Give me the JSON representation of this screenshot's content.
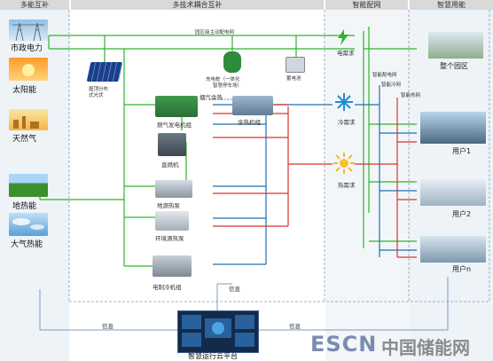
{
  "headers": {
    "sources": "多能互补",
    "multi_tech": "多技术耦合互补",
    "smart_grid": "智能配网",
    "smart_use": "智慧用能"
  },
  "sources": [
    {
      "label": "市政电力",
      "icon": "power-tower-icon"
    },
    {
      "label": "太阳能",
      "icon": "sun-icon"
    },
    {
      "label": "天然气",
      "icon": "gas-icon"
    },
    {
      "label": "地热能",
      "icon": "geothermal-icon"
    },
    {
      "label": "大气热能",
      "icon": "air-energy-icon"
    }
  ],
  "pv_label_1": "屋顶分布",
  "pv_label_2": "式光伏",
  "top_line_label": "园区级主动配电网",
  "charge_label_1": "充电桩（一体化",
  "charge_label_2": "智慧停车场）",
  "battery_label": "蓄电池",
  "smoke_label": "烟气余热",
  "equipment": [
    {
      "label": "燃气发电机组"
    },
    {
      "label": "余热机组"
    },
    {
      "label": "直燃机"
    },
    {
      "label": "地源热泵"
    },
    {
      "label": "环境源热泵"
    },
    {
      "label": "电制冷机组"
    }
  ],
  "demands": {
    "electric": "电需求",
    "cold": "冷需求",
    "heat": "热需求"
  },
  "grid_labels": {
    "power": "智能配电网",
    "cold": "智能冷网",
    "heat": "智能热网"
  },
  "loads": [
    {
      "label": "整个园区"
    },
    {
      "label": "用户1"
    },
    {
      "label": "用户2"
    },
    {
      "label": "用户n"
    }
  ],
  "info_left": "信息",
  "info_mid": "信息",
  "info_right": "信息",
  "cloud_label": "智慧运行云平台",
  "watermark_en": "ESCN",
  "watermark_cn": "中国储能网",
  "colors": {
    "electric": "#2db32d",
    "cold": "#1f6fb5",
    "heat": "#d9342b",
    "info": "#7a9cc6",
    "header": "#d9d9d9"
  }
}
